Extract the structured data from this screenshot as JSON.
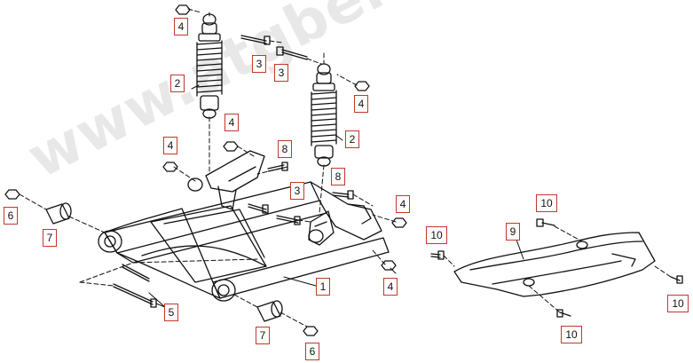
{
  "watermark": "www.atgbersatzteile.de",
  "accent": "#c0392b",
  "line_color": "#111111",
  "callouts": [
    {
      "id": "c1",
      "label": "4"
    },
    {
      "id": "c2",
      "label": "3"
    },
    {
      "id": "c3",
      "label": "3"
    },
    {
      "id": "c4",
      "label": "2"
    },
    {
      "id": "c5",
      "label": "4"
    },
    {
      "id": "c6",
      "label": "4"
    },
    {
      "id": "c7",
      "label": "4"
    },
    {
      "id": "c8",
      "label": "8"
    },
    {
      "id": "c9",
      "label": "2"
    },
    {
      "id": "c10",
      "label": "8"
    },
    {
      "id": "c11",
      "label": "3"
    },
    {
      "id": "c12",
      "label": "4"
    },
    {
      "id": "c13",
      "label": "6"
    },
    {
      "id": "c14",
      "label": "7"
    },
    {
      "id": "c15",
      "label": "1"
    },
    {
      "id": "c16",
      "label": "4"
    },
    {
      "id": "c17",
      "label": "5"
    },
    {
      "id": "c18",
      "label": "7"
    },
    {
      "id": "c19",
      "label": "6"
    },
    {
      "id": "c20",
      "label": "10"
    },
    {
      "id": "c21",
      "label": "9"
    },
    {
      "id": "c22",
      "label": "10"
    },
    {
      "id": "c23",
      "label": "10"
    },
    {
      "id": "c24",
      "label": "10"
    }
  ]
}
